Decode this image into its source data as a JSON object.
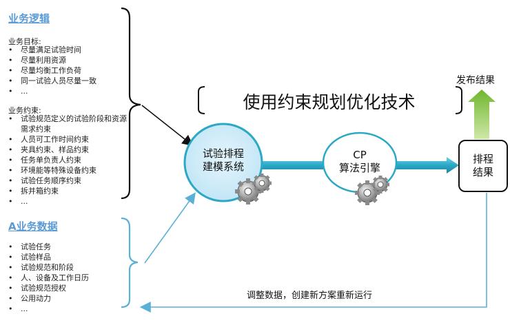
{
  "logic": {
    "title": "业务逻辑",
    "goals_heading": "业务目标:",
    "goals": [
      "尽量满足试验时间",
      "尽量利用资源",
      "尽量均衡工作负荷",
      "同一试验人员尽量一致",
      "..."
    ],
    "constraints_heading": "业务约束:",
    "constraints": [
      "试验规范定义的试验阶段和资源需求约束",
      "人员可工作时间约束",
      "夹具约束、样品约束",
      "任务单负责人约束",
      "环境能等特殊设备约束",
      "试验任务顺序约束",
      "拆并箱约束",
      "..."
    ]
  },
  "data_section": {
    "title": "A业务数据",
    "items": [
      "试验任务",
      "试验样品",
      "试验规范和阶段",
      "人、设备及工作日历",
      "试验规范授权",
      "公用动力",
      "..."
    ]
  },
  "center_title": "使用约束规划优化技术",
  "nodes": {
    "model": [
      "试验排程",
      "建模系统"
    ],
    "engine": [
      "CP",
      "算法引擎"
    ],
    "result": [
      "排程",
      "结果"
    ]
  },
  "publish_label": "发布结果",
  "feedback_label": "调整数据，创建新方案重新运行",
  "colors": {
    "accent": "#5b9bd5",
    "teal": "#2ba9c4",
    "circle_fill": "#bfe4f5",
    "green": "#8cc63f"
  }
}
